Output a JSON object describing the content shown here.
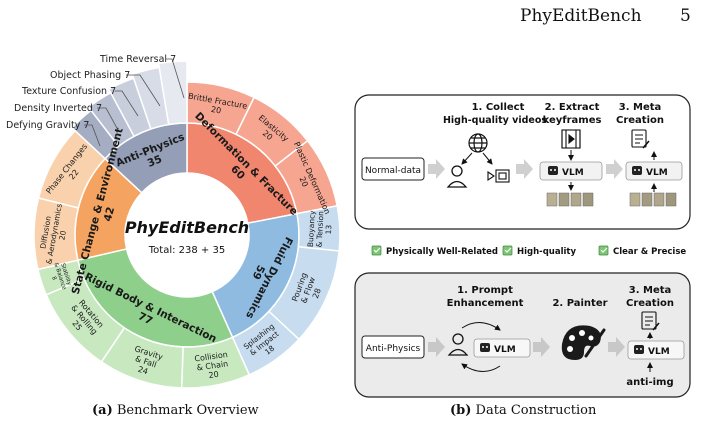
{
  "header": {
    "title": "PhyEditBench",
    "page_number": "5"
  },
  "overview": {
    "center_title": "PhyEditBench",
    "center_total": "Total: 238 + 35",
    "colors": {
      "deform_inner": "#f1866f",
      "deform_outer": "#f6a590",
      "fluid_inner": "#8fbbe0",
      "fluid_outer": "#c7dcef",
      "rigid_inner": "#8fcf8c",
      "rigid_outer": "#c8e8c0",
      "state_inner": "#f4a460",
      "state_outer": "#f9d2ad",
      "anti_inner": "#949eb6",
      "anti_outer": "#d2d7e4",
      "inner_circle": "#ffffff"
    },
    "inner": [
      {
        "key": "deform",
        "label": "Deformation & Fracture",
        "value": "60"
      },
      {
        "key": "fluid",
        "label": "Fluid Dynamics",
        "value": "59"
      },
      {
        "key": "rigid",
        "label": "Rigid Body & Interaction",
        "value": "77"
      },
      {
        "key": "state",
        "label": "State Change & Environment",
        "value": "42"
      },
      {
        "key": "anti",
        "label": "Anti-Physics",
        "value": "35"
      }
    ],
    "outer": [
      {
        "label": "Brittle Fracture",
        "value": "20"
      },
      {
        "label": "Elasticity",
        "value": "20"
      },
      {
        "label": "Plastic Deformation",
        "value": "20"
      },
      {
        "label": "Buoyancy & Tension",
        "value": "13"
      },
      {
        "label": "Pouring & Flow",
        "value": "28"
      },
      {
        "label": "Splashing & Impact",
        "value": "18"
      },
      {
        "label": "Collision & Chain",
        "value": "20"
      },
      {
        "label": "Gravity & Fall",
        "value": "24"
      },
      {
        "label": "Rotation & Rolling",
        "value": "25"
      },
      {
        "label": "Stability & Balance",
        "value": "8"
      },
      {
        "label": "Diffusion & Aerodynamics",
        "value": "20"
      },
      {
        "label": "Phase Changes",
        "value": "22"
      }
    ],
    "anti_legend": [
      {
        "label": "Defying Gravity 7"
      },
      {
        "label": "Density Inverted 7"
      },
      {
        "label": "Texture Confusion 7"
      },
      {
        "label": "Object Phasing 7"
      },
      {
        "label": "Time Reversal 7"
      }
    ]
  },
  "construction": {
    "top": {
      "source": "Normal-data",
      "step1": "1. Collect",
      "step1_sub": "High-quality videos",
      "step2": "2. Extract",
      "step2_sub": "keyframes",
      "step3": "3. Meta",
      "step3_sub": "Creation",
      "vlm1": "VLM",
      "vlm2": "VLM"
    },
    "criteria": [
      "Physically Well-Related",
      "High-quality",
      "Clear & Precise"
    ],
    "bottom": {
      "source": "Anti-Physics",
      "step1": "1. Prompt",
      "step1_sub": "Enhancement",
      "step2": "2. Painter",
      "step3": "3. Meta",
      "step3_sub": "Creation",
      "vlm1": "VLM",
      "vlm2": "VLM",
      "output": "anti-img"
    }
  },
  "captions": {
    "a_tag": "(a)",
    "a_text": "Benchmark Overview",
    "b_tag": "(b)",
    "b_text": "Data Construction"
  }
}
